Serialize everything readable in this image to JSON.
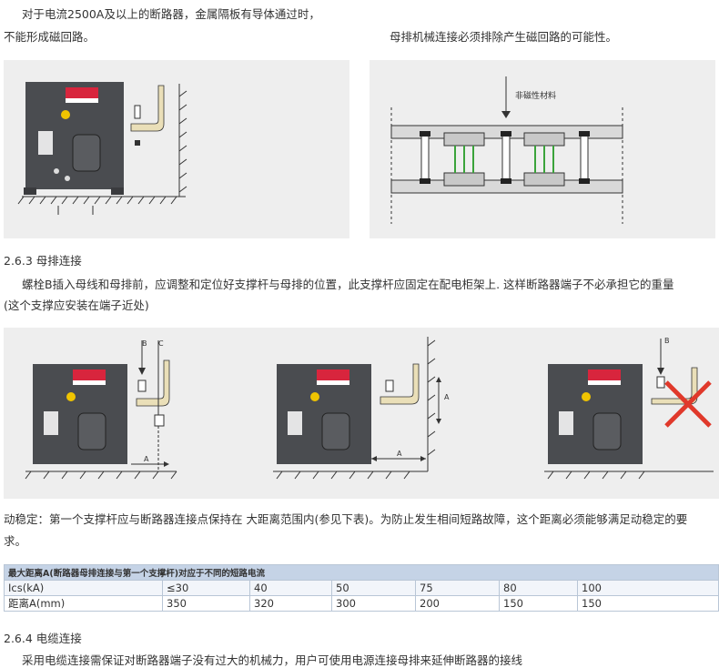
{
  "para1": {
    "left_line1": "对于电流2500A及以上的断路器，金属隔板有导体通过时，",
    "left_line2": "不能形成磁回路。",
    "right_line": "母排机械连接必须排除产生磁回路的可能性。"
  },
  "fig1": {
    "label": "非磁性材料"
  },
  "section_263": {
    "heading": "2.6.3 母排连接",
    "body_line1": "螺栓B插入母线和母排前，应调整和定位好支撑杆与母排的位置，此支撑杆应固定在配电柜架上. 这样断路器端子不必承担它的重量",
    "body_line2": "(这个支撑应安装在端子近处)"
  },
  "fig2": {
    "label_b1": "B",
    "label_c": "C",
    "label_a1": "A",
    "label_a2": "A",
    "label_a3": "A",
    "label_b3": "B"
  },
  "para_dyn": {
    "line1": "动稳定：第一个支撑杆应与断路器连接点保持在    大距离范围内(参见下表)。为防止发生相间短路故障，这个距离必须能够满足动稳定的要",
    "line2": "求。"
  },
  "table": {
    "title": "最大距离A(断路器母排连接与第一个支撑杆)对应于不同的短路电流",
    "row1": [
      "Ics(kA)",
      "≤30",
      "40",
      "50",
      "75",
      "80",
      "100"
    ],
    "row2": [
      "距离A(mm)",
      "350",
      "320",
      "300",
      "200",
      "150",
      "150"
    ]
  },
  "section_264": {
    "heading": "2.6.4 电缆连接",
    "body_line1": "采用电缆连接需保证对断路器端子没有过大的机械力，用户可使用电源连接母排来延伸断路器的接线"
  },
  "colors": {
    "panel": "#eeeeee",
    "breaker": "#4a4c50",
    "busbar": "#d9d9d9",
    "table_head": "#c5d3e6",
    "red_cross": "#e0392b"
  }
}
